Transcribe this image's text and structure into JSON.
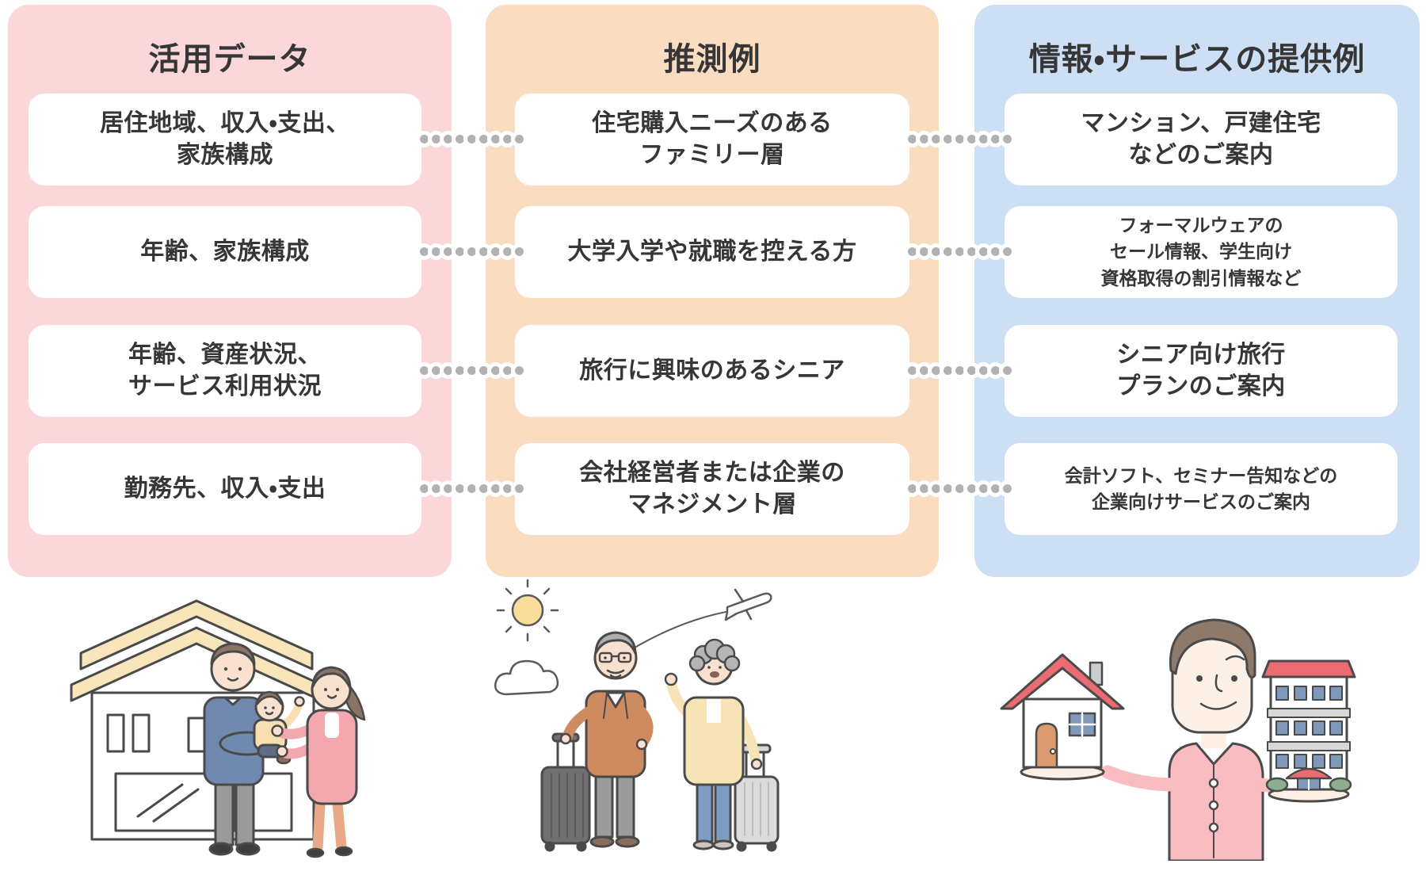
{
  "palette": {
    "panel_pink": "#FBD7D9",
    "panel_peach": "#FADCC1",
    "panel_blue": "#CCDFF4",
    "box_background": "#FFFFFF",
    "text": "#363636",
    "connector_dot": "#B2B2B2"
  },
  "columns": [
    {
      "id": "data-used",
      "header": "活用データ",
      "bg": "#FBD7D9",
      "items": [
        "居住地域、収入・支出、\n家族構成",
        "年齢、家族構成",
        "年齢、資産状況、\nサービス利用状況",
        "勤務先、収入・支出"
      ]
    },
    {
      "id": "inference-examples",
      "header": "推測例",
      "bg": "#FADCC1",
      "items": [
        "住宅購入ニーズのある\nファミリー層",
        "大学入学や就職を控える方",
        "旅行に興味のあるシニア",
        "会社経営者または企業の\nマネジメント層"
      ]
    },
    {
      "id": "service-examples",
      "header": "情報・サービスの提供例",
      "bg": "#CCDFF4",
      "items": [
        "マンション、戸建住宅\nなどのご案内",
        "フォーマルウェアの\nセール情報、学生向け\n資格取得の割引情報など",
        "シニア向け旅行\nプランのご案内",
        "会計ソフト、セミナー告知などの\n企業向けサービスのご案内"
      ]
    }
  ],
  "illustrations": [
    {
      "name": "family-with-new-home"
    },
    {
      "name": "senior-couple-travelers"
    },
    {
      "name": "man-holding-house-and-apartment"
    }
  ]
}
